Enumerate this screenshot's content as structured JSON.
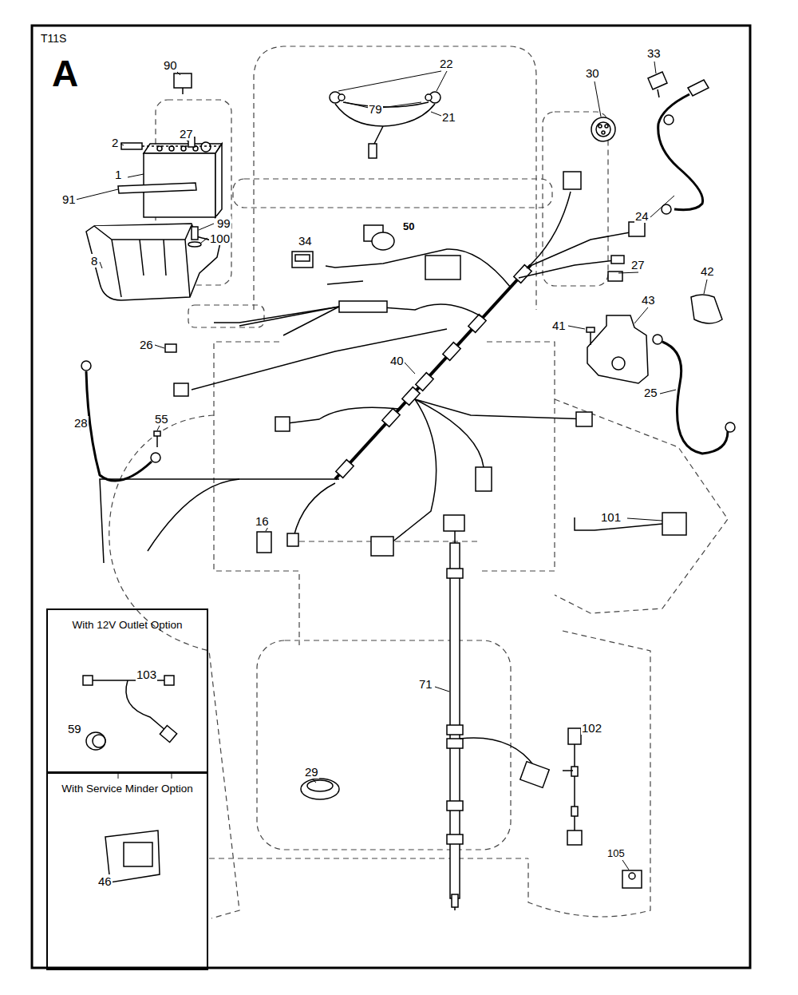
{
  "diagram": {
    "nodes": [
      {
        "text": [
          "With 12V Outlet Option",
          "103",
          "59"
        ]
      },
      {
        "text": [
          "With Service Minder Option",
          "46"
        ]
      }
    ],
    "labels": [
      "T11S",
      "A",
      "90",
      "22",
      "79",
      "21",
      "30",
      "33",
      "2",
      "27",
      "1",
      "91",
      "99",
      "100",
      "8",
      "50",
      "34",
      "24",
      "27",
      "42",
      "43",
      "41",
      "26",
      "40",
      "25",
      "28",
      "55",
      "16",
      "101",
      "71",
      "102",
      "29",
      "105"
    ]
  }
}
